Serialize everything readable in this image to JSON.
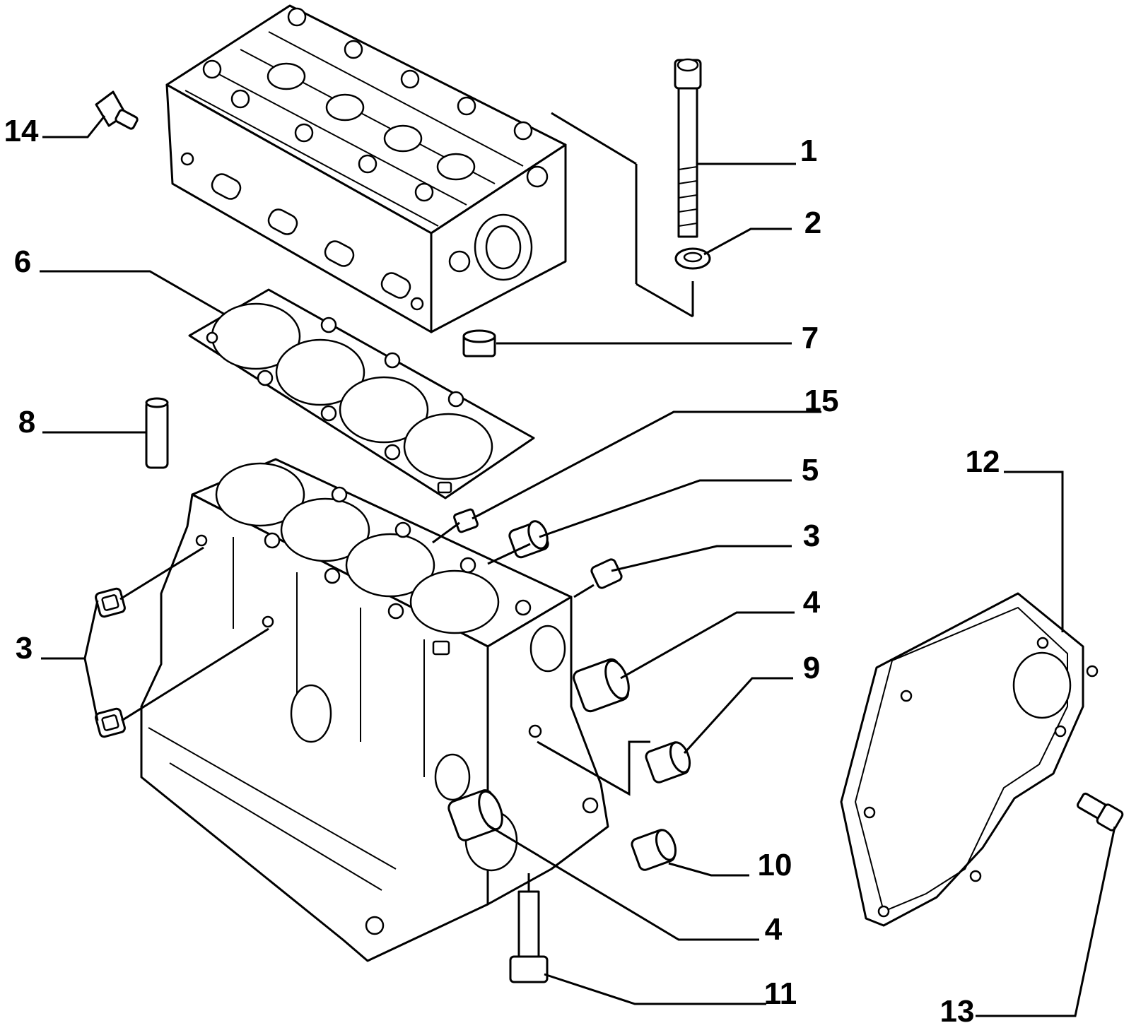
{
  "diagram": {
    "labels": {
      "l1": "1",
      "l2": "2",
      "l3a": "3",
      "l3b": "3",
      "l4a": "4",
      "l4b": "4",
      "l5": "5",
      "l6": "6",
      "l7": "7",
      "l8": "8",
      "l9": "9",
      "l10": "10",
      "l11": "11",
      "l12": "12",
      "l13": "13",
      "l14": "14",
      "l15": "15"
    }
  }
}
